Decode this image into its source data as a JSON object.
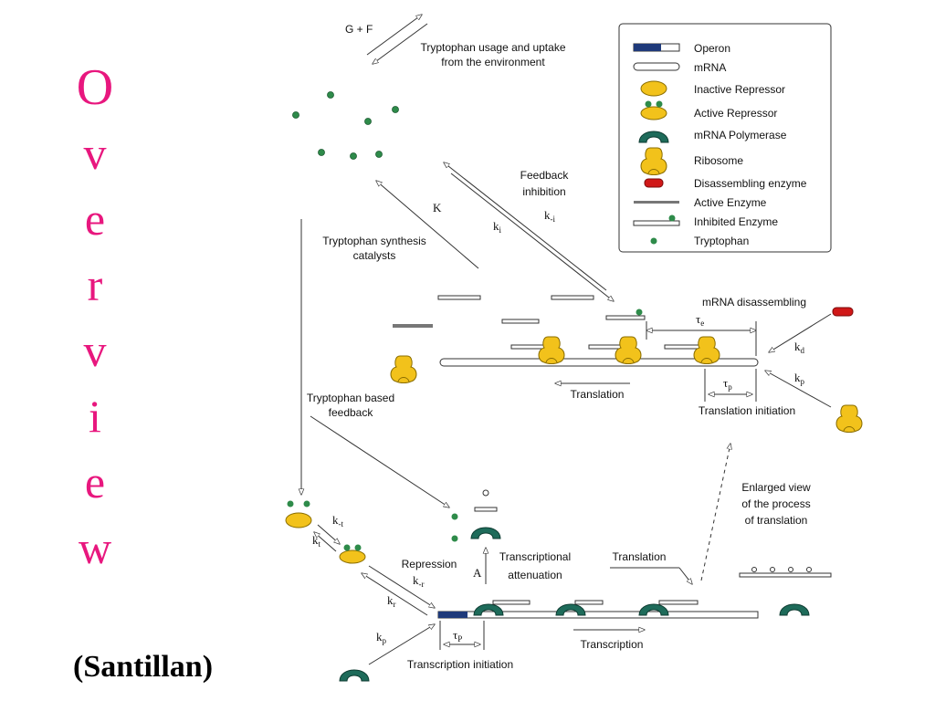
{
  "title_letters": [
    "O",
    "v",
    "e",
    "r",
    "v",
    "i",
    "e",
    "w"
  ],
  "credit": "(Santillan)",
  "colors": {
    "title": "#e8177e",
    "operon": "#1f3a7a",
    "repressor": "#f2c21b",
    "polymerase": "#1e6b5a",
    "ribosome": "#f2c21b",
    "disassembling_enzyme": "#d01818",
    "tryptophan": "#2e8b4a"
  },
  "legend": {
    "operon": "Operon",
    "mrna": "mRNA",
    "inactive_repressor": "Inactive Repressor",
    "active_repressor": "Active Repressor",
    "mrna_polymerase": "mRNA Polymerase",
    "ribosome": "Ribosome",
    "disassembling_enzyme": "Disassembling enzyme",
    "active_enzyme": "Active Enzyme",
    "inhibited_enzyme": "Inhibited Enzyme",
    "tryptophan": "Tryptophan"
  },
  "labels": {
    "gf": "G + F",
    "usage_line1": "Tryptophan usage and uptake",
    "usage_line2": "from the environment",
    "feedback_line1": "Feedback",
    "feedback_line2": "inhibition",
    "k_upper": "K",
    "k_i": "k",
    "k_i_sub": "i",
    "k_minus_i": "k",
    "k_minus_i_sub": "-i",
    "synth_line1": "Tryptophan synthesis",
    "synth_line2": "catalysts",
    "mrna_disassembling": "mRNA disassembling",
    "tau_e": "τ",
    "tau_e_sub": "e",
    "k_d": "k",
    "k_d_sub": "d",
    "k_p_top": "k",
    "k_p_top_sub": "p",
    "tau_p_top": "τ",
    "tau_p_top_sub": "p",
    "translation": "Translation",
    "translation_initiation": "Translation initiation",
    "trp_feedback_line1": "Tryptophan based",
    "trp_feedback_line2": "feedback",
    "enlarged_line1": "Enlarged view",
    "enlarged_line2": "of the process",
    "enlarged_line3": "of translation",
    "k_minus_t": "k",
    "k_minus_t_sub": "-t",
    "k_t": "k",
    "k_t_sub": "t",
    "repression": "Repression",
    "k_minus_r": "k",
    "k_minus_r_sub": "-r",
    "k_r": "k",
    "k_r_sub": "r",
    "a_label": "A",
    "attenuation_line1": "Transcriptional",
    "attenuation_line2": "attenuation",
    "translation_lower": "Translation",
    "k_p_bottom": "k",
    "k_p_bottom_sub": "p",
    "tau_p_bottom": "τ",
    "tau_p_bottom_sub": "P",
    "transcription": "Transcription",
    "transcription_initiation": "Transcription initiation"
  }
}
